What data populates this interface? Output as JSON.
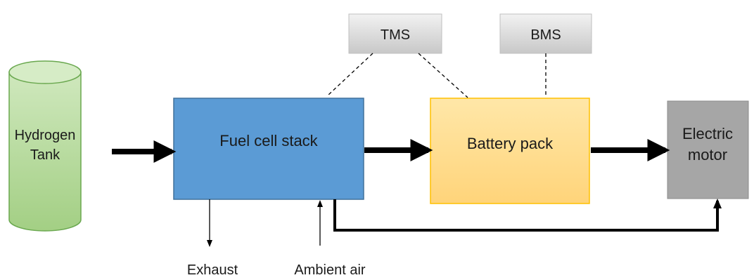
{
  "nodes": {
    "hydrogen_tank": {
      "line1": "Hydrogen",
      "line2": "Tank"
    },
    "fuel_cell": {
      "label": "Fuel cell stack"
    },
    "battery": {
      "label": "Battery pack"
    },
    "motor": {
      "line1": "Electric",
      "line2": "motor"
    },
    "tms": {
      "label": "TMS"
    },
    "bms": {
      "label": "BMS"
    }
  },
  "outputs": {
    "exhaust": "Exhaust",
    "ambient_air": "Ambient air"
  },
  "colors": {
    "tank_fill": "#a9d18e",
    "tank_stroke": "#70ad47",
    "fuel_cell_fill": "#5b9bd5",
    "fuel_cell_stroke": "#41719c",
    "battery_fill": "#ffd966",
    "battery_stroke": "#ffc000",
    "motor_fill": "#a6a6a6",
    "ctrl_fill": "#d9d9d9",
    "arrow": "#000000"
  }
}
